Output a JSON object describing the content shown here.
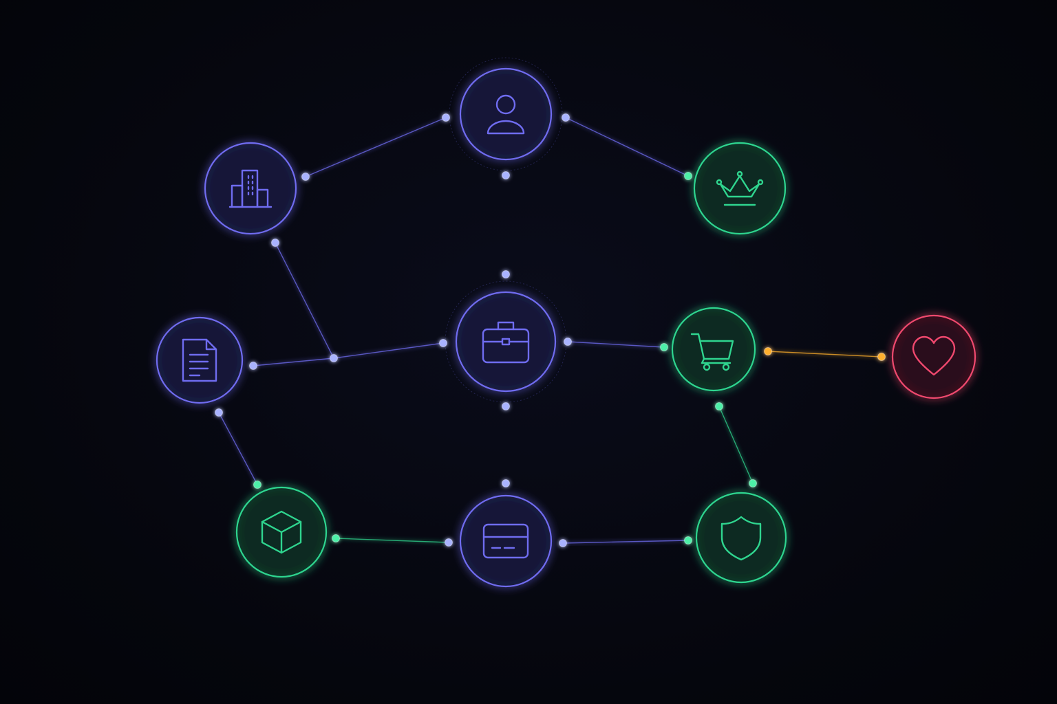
{
  "palette": {
    "background": "#05060d",
    "blue": "#6f6cf0",
    "blue_fill": "#141637",
    "blue_dot": "#a9b3ff",
    "green": "#2fd58f",
    "green_fill": "#0b2a20",
    "green_dot": "#4df0a8",
    "red": "#f0486e",
    "red_fill": "#2a0d1a",
    "orange": "#ffb02e"
  },
  "nodes": [
    {
      "id": "user",
      "icon": "user-icon",
      "color": "blue",
      "halo": true
    },
    {
      "id": "building",
      "icon": "building-icon",
      "color": "blue"
    },
    {
      "id": "crown",
      "icon": "crown-icon",
      "color": "green"
    },
    {
      "id": "briefcase",
      "icon": "briefcase-icon",
      "color": "blue",
      "halo": true
    },
    {
      "id": "document",
      "icon": "document-icon",
      "color": "blue"
    },
    {
      "id": "cart",
      "icon": "cart-icon",
      "color": "green"
    },
    {
      "id": "heart",
      "icon": "heart-icon",
      "color": "red"
    },
    {
      "id": "cube",
      "icon": "cube-icon",
      "color": "green"
    },
    {
      "id": "card",
      "icon": "credit-card-icon",
      "color": "blue"
    },
    {
      "id": "shield",
      "icon": "shield-icon",
      "color": "green"
    }
  ],
  "edges": [
    {
      "from": "user",
      "to": "building",
      "color": "blue"
    },
    {
      "from": "user",
      "to": "crown",
      "color": "blue"
    },
    {
      "from": "user",
      "to": "briefcase",
      "color": "blue"
    },
    {
      "from": "building",
      "to": "document-junction",
      "color": "blue"
    },
    {
      "from": "document",
      "to": "briefcase",
      "color": "blue"
    },
    {
      "from": "briefcase",
      "to": "cart",
      "color": "blue"
    },
    {
      "from": "cart",
      "to": "heart",
      "color": "orange"
    },
    {
      "from": "briefcase",
      "to": "card",
      "color": "blue"
    },
    {
      "from": "document",
      "to": "cube",
      "color": "blue"
    },
    {
      "from": "cube",
      "to": "card",
      "color": "green"
    },
    {
      "from": "card",
      "to": "shield",
      "color": "blue"
    },
    {
      "from": "cart",
      "to": "shield",
      "color": "green"
    }
  ]
}
